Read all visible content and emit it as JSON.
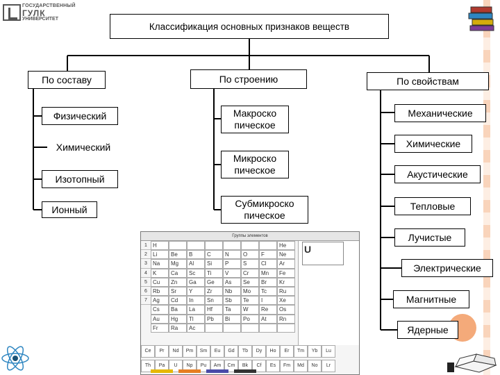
{
  "logo": {
    "line1": "ГОСУДАРСТВЕННЫЙ",
    "line2": "ГУЛК",
    "line3": "УНИВЕРСИТЕТ"
  },
  "diagram": {
    "title": "Классификация основных признаков веществ",
    "categories": [
      {
        "label": "По составу",
        "items": [
          "Физический",
          "Химический",
          "Изотопный",
          "Ионный"
        ]
      },
      {
        "label": "По строению",
        "items": [
          "Макроско пическое",
          "Микроско пическое",
          "Субмикроско пическое"
        ]
      },
      {
        "label": "По свойствам",
        "items": [
          "Механические",
          "Химические",
          "Акустические",
          "Тепловые",
          "Лучистые",
          "Электрические",
          "Магнитные",
          "Ядерные"
        ]
      }
    ]
  },
  "periodic_table": {
    "header": "Группы элементов",
    "periods": [
      "1",
      "2",
      "3",
      "4",
      "5",
      "6",
      "7"
    ],
    "cells": [
      "H",
      "",
      "",
      "",
      "",
      "",
      "",
      "He",
      "Li",
      "Be",
      "B",
      "C",
      "N",
      "O",
      "F",
      "Ne",
      "Na",
      "Mg",
      "Al",
      "Si",
      "P",
      "S",
      "Cl",
      "Ar",
      "K",
      "Ca",
      "Sc",
      "Ti",
      "V",
      "Cr",
      "Mn",
      "Fe",
      "Cu",
      "Zn",
      "Ga",
      "Ge",
      "As",
      "Se",
      "Br",
      "Kr",
      "Rb",
      "Sr",
      "Y",
      "Zr",
      "Nb",
      "Mo",
      "Tc",
      "Ru",
      "Ag",
      "Cd",
      "In",
      "Sn",
      "Sb",
      "Te",
      "I",
      "Xe",
      "Cs",
      "Ba",
      "La",
      "Hf",
      "Ta",
      "W",
      "Re",
      "Os",
      "Au",
      "Hg",
      "Tl",
      "Pb",
      "Bi",
      "Po",
      "At",
      "Rn",
      "Fr",
      "Ra",
      "Ac",
      "",
      "",
      "",
      "",
      ""
    ],
    "lanthanides": [
      "Ce",
      "Pr",
      "Nd",
      "Pm",
      "Sm",
      "Eu",
      "Gd",
      "Tb",
      "Dy",
      "Ho",
      "Er",
      "Tm",
      "Yb",
      "Lu"
    ],
    "actinides": [
      "Th",
      "Pa",
      "U",
      "Np",
      "Pu",
      "Am",
      "Cm",
      "Bk",
      "Cf",
      "Es",
      "Fm",
      "Md",
      "No",
      "Lr"
    ],
    "legend_element": "U",
    "colorbar": [
      "#e6b800",
      "#e67e22",
      "#4a4aa8",
      "#333333"
    ]
  }
}
